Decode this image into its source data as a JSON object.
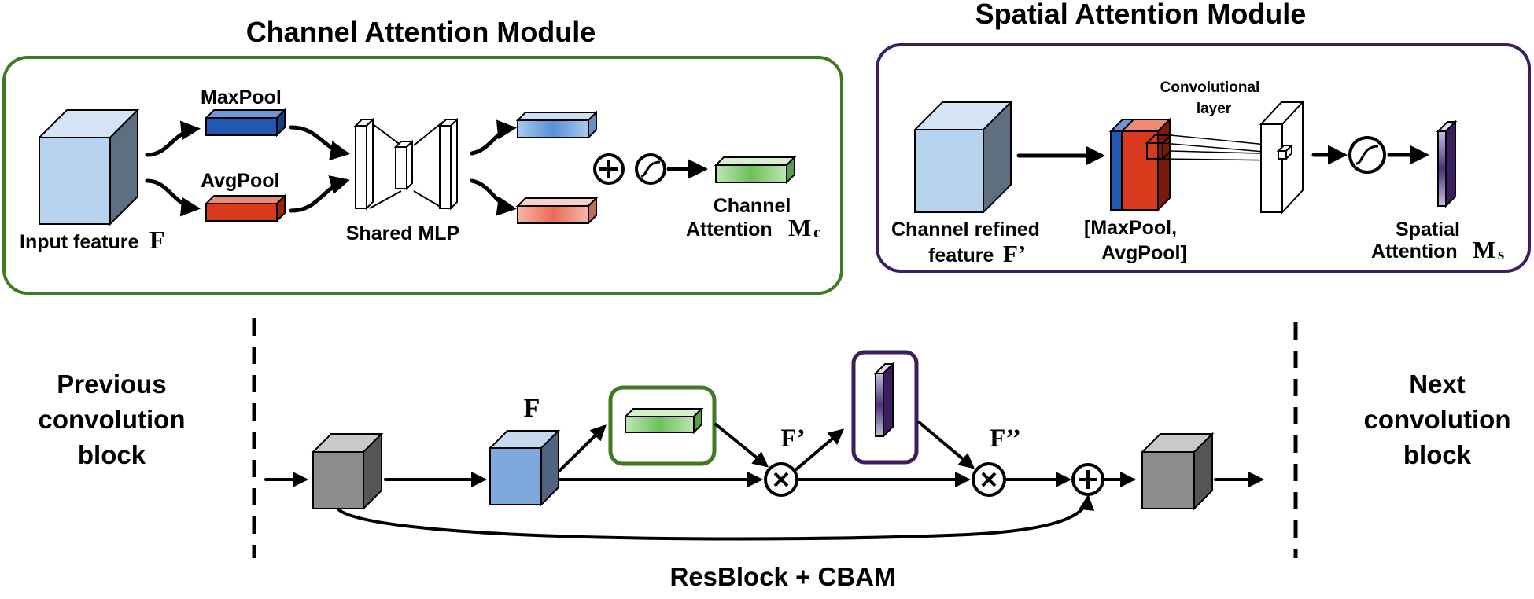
{
  "channel_module": {
    "title": "Channel Attention Module",
    "input_label": "Input feature",
    "input_symbol": "F",
    "maxpool_label": "MaxPool",
    "avgpool_label": "AvgPool",
    "mlp_label": "Shared MLP",
    "output_line1": "Channel",
    "output_line2": "Attention",
    "output_symbol": "M",
    "output_sub": "c",
    "colors": {
      "border": "#3e7a22",
      "maxpool": "#2357b4",
      "avgpool": "#d9391c",
      "out_green": "#8ccf7e",
      "input": "#b8d3ef"
    }
  },
  "spatial_module": {
    "title": "Spatial Attention Module",
    "input_line1": "Channel refined",
    "input_line2": "feature",
    "input_symbol": "F’",
    "pool_line1": "[MaxPool,",
    "pool_line2": "AvgPool]",
    "conv_line1": "Convolutional",
    "conv_line2": "layer",
    "output_line1": "Spatial",
    "output_line2": "Attention",
    "output_symbol": "M",
    "output_sub": "s",
    "colors": {
      "border": "#3a1e5e",
      "map": "#6a5299"
    }
  },
  "resblock": {
    "prev_lines": [
      "Previous",
      "convolution",
      "block"
    ],
    "next_lines": [
      "Next",
      "convolution",
      "block"
    ],
    "f_label": "F",
    "f1_label": "F’",
    "f2_label": "F’’",
    "caption": "ResBlock + CBAM"
  }
}
